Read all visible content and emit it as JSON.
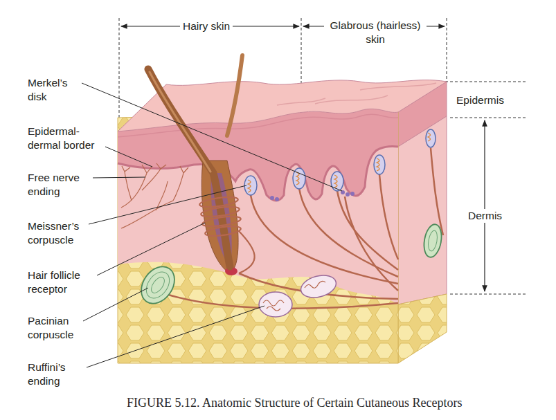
{
  "diagram": {
    "caption": "FIGURE 5.12. Anatomic Structure of Certain Cutaneous Receptors",
    "labels": [
      "Hairy skin",
      "Glabrous (hairless) skin",
      "Epidermis",
      "Dermis",
      "Merkel’s disk",
      "Epidermal-dermal border",
      "Free nerve ending",
      "Meissner’s corpuscle",
      "Hair follicle receptor",
      "Pacinian corpuscle",
      "Ruffini’s ending"
    ]
  }
}
